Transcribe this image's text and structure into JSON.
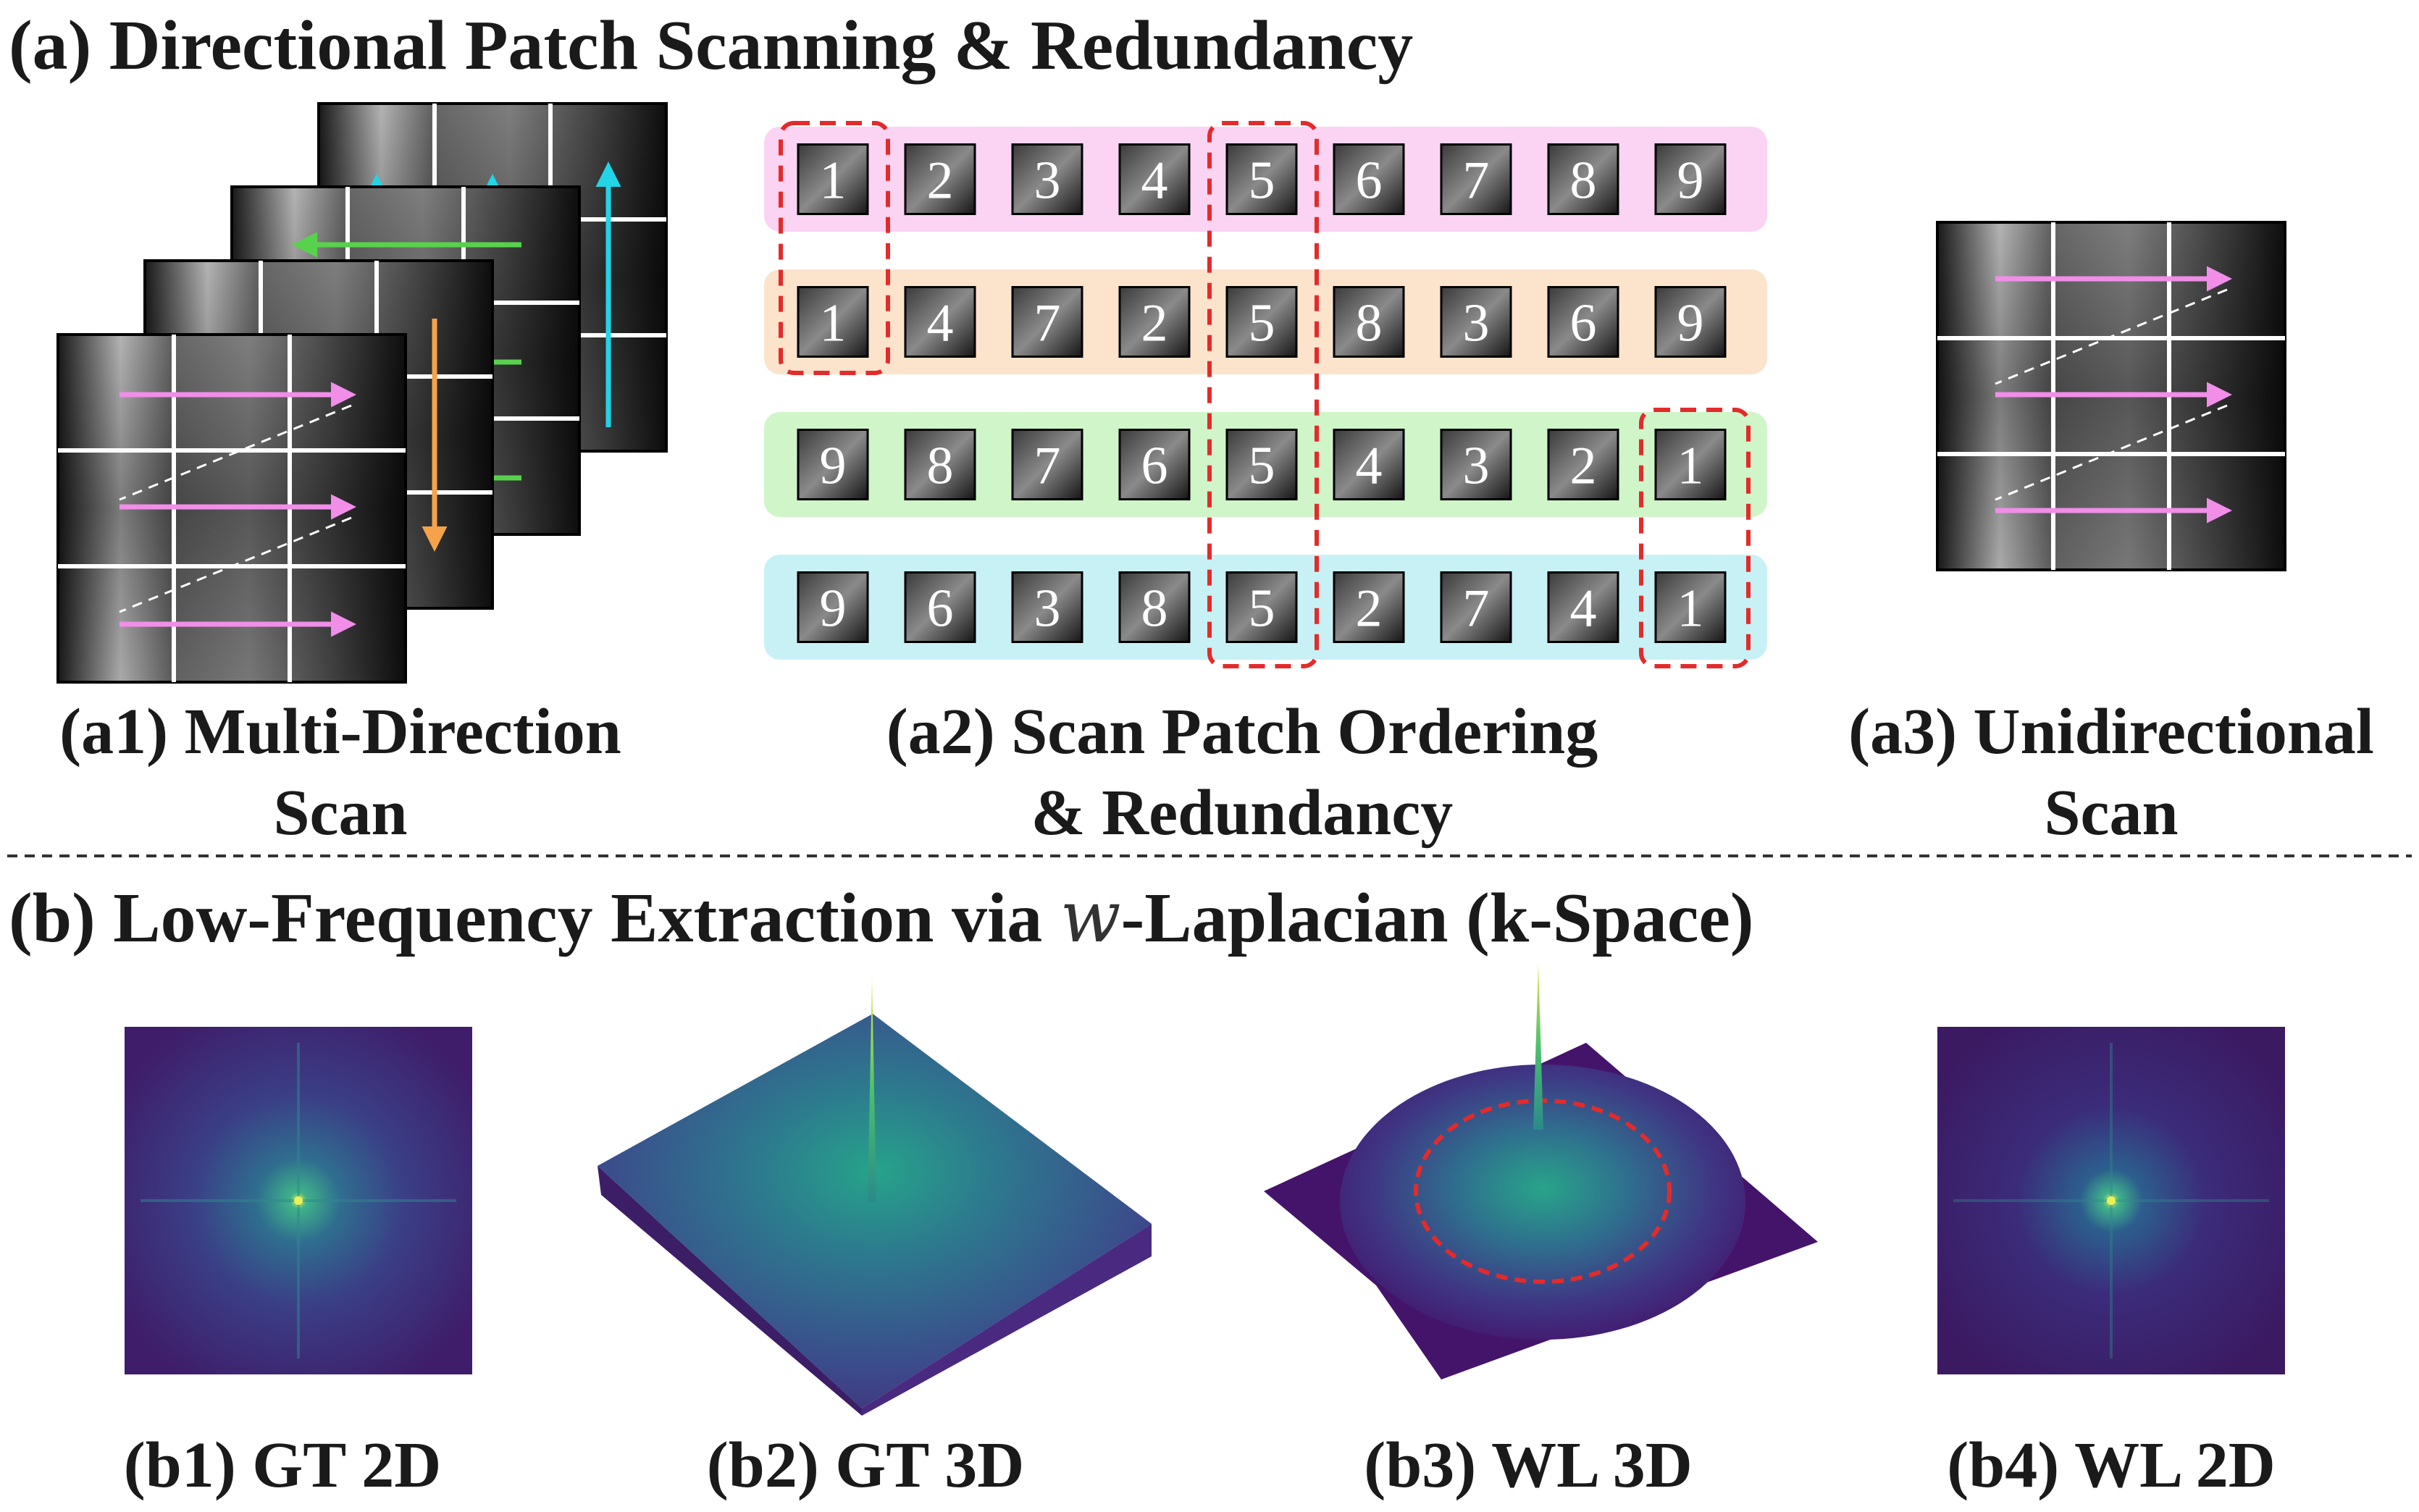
{
  "section_a": {
    "title": "(a) Directional Patch Scanning & Redundancy",
    "a1": {
      "caption_line1": "(a1) Multi-Direction",
      "caption_line2": "Scan"
    },
    "a2": {
      "caption_line1": "(a2) Scan Patch Ordering",
      "caption_line2": "& Redundancy",
      "rows": [
        {
          "color": "#fbd3f3",
          "order": [
            "1",
            "2",
            "3",
            "4",
            "5",
            "6",
            "7",
            "8",
            "9"
          ]
        },
        {
          "color": "#fce3cc",
          "order": [
            "1",
            "4",
            "7",
            "2",
            "5",
            "8",
            "3",
            "6",
            "9"
          ]
        },
        {
          "color": "#cff5c9",
          "order": [
            "9",
            "8",
            "7",
            "6",
            "5",
            "4",
            "3",
            "2",
            "1"
          ]
        },
        {
          "color": "#c8f1f5",
          "order": [
            "9",
            "6",
            "3",
            "8",
            "5",
            "2",
            "7",
            "4",
            "1"
          ]
        }
      ]
    },
    "a3": {
      "caption_line1": "(a3) Unidirectional",
      "caption_line2": "Scan"
    }
  },
  "section_b": {
    "title_prefix": "(b) Low-Frequency Extraction via ",
    "title_symbol": "w",
    "title_suffix": "-Laplacian (k-Space)",
    "captions": {
      "b1": "(b1) GT 2D",
      "b2": "(b2) GT 3D",
      "b3": "(b3) WL 3D",
      "b4": "(b4) WL 2D"
    }
  },
  "colors": {
    "pink": "#f08ee8",
    "orange": "#f4a34a",
    "green": "#58d24d",
    "cyan": "#22d4e6",
    "red_dashed": "#e32b2b",
    "viridis_dark": "#3b1f63",
    "viridis_mid": "#2a7d8e",
    "viridis_bright": "#d9e64a"
  }
}
